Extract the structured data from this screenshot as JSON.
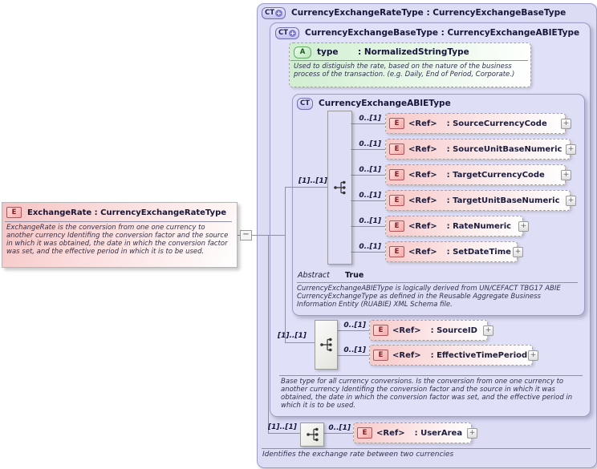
{
  "symbols": {
    "collapse": "−",
    "expand": "+"
  },
  "exchange_rate_box": {
    "icon": "E",
    "title": "ExchangeRate : CurrencyExchangeRateType",
    "description": "ExchangeRate is the conversion from one one currency to another currency Identifing the conversion factor and the source in which it was obtained, the date in which the conversion factor was set, and the effective period in which it is to be used."
  },
  "outer": {
    "icon": "CT",
    "icon_plus": "+",
    "title": "CurrencyExchangeRateType : CurrencyExchangeBaseType",
    "footer": "Identifies the exchange rate between two currencies",
    "sequence": {
      "cardinality": "[1]..[1]",
      "elements": [
        {
          "icon": "E",
          "occurs": "0..[1]",
          "ref": "<Ref>",
          "name": ": UserArea"
        }
      ]
    }
  },
  "base": {
    "icon": "CT",
    "icon_plus": "+",
    "title": "CurrencyExchangeBaseType : CurrencyExchangeABIEType",
    "attribute": {
      "icon": "A",
      "name": "type",
      "type": ": NormalizedStringType",
      "description": "Used to distiguish the rate, based on the nature of the business process of the transaction. (e.g. Daily, End of Period, Corporate.)"
    },
    "abie": {
      "icon": "CT",
      "title": "CurrencyExchangeABIEType",
      "abstract_label": "Abstract",
      "abstract_value": "True",
      "description": "CurrencyExchangeABIEType is logically derived from UN/CEFACT TBG17 ABIE CurrencyExchangeType as defined in the Reusable Aggregate Business Information Entity (RUABIE) XML Schema file.",
      "sequence": {
        "cardinality": "[1]..[1]",
        "elements": [
          {
            "icon": "E",
            "occurs": "0..[1]",
            "ref": "<Ref>",
            "name": ": SourceCurrencyCode"
          },
          {
            "icon": "E",
            "occurs": "0..[1]",
            "ref": "<Ref>",
            "name": ": SourceUnitBaseNumeric"
          },
          {
            "icon": "E",
            "occurs": "0..[1]",
            "ref": "<Ref>",
            "name": ": TargetCurrencyCode"
          },
          {
            "icon": "E",
            "occurs": "0..[1]",
            "ref": "<Ref>",
            "name": ": TargetUnitBaseNumeric"
          },
          {
            "icon": "E",
            "occurs": "0..[1]",
            "ref": "<Ref>",
            "name": ": RateNumeric"
          },
          {
            "icon": "E",
            "occurs": "0..[1]",
            "ref": "<Ref>",
            "name": ": SetDateTime"
          }
        ]
      }
    },
    "sequence": {
      "cardinality": "[1]..[1]",
      "elements": [
        {
          "icon": "E",
          "occurs": "0..[1]",
          "ref": "<Ref>",
          "name": ": SourceID"
        },
        {
          "icon": "E",
          "occurs": "0..[1]",
          "ref": "<Ref>",
          "name": ": EffectiveTimePeriod"
        }
      ]
    },
    "description": "Base type for all currency conversions.  Is the conversion from one one currency to another currency Identifing the conversion factor and the source in which it was obtained, the date in which the conversion factor was set, and the effective period in which it is to be used."
  }
}
